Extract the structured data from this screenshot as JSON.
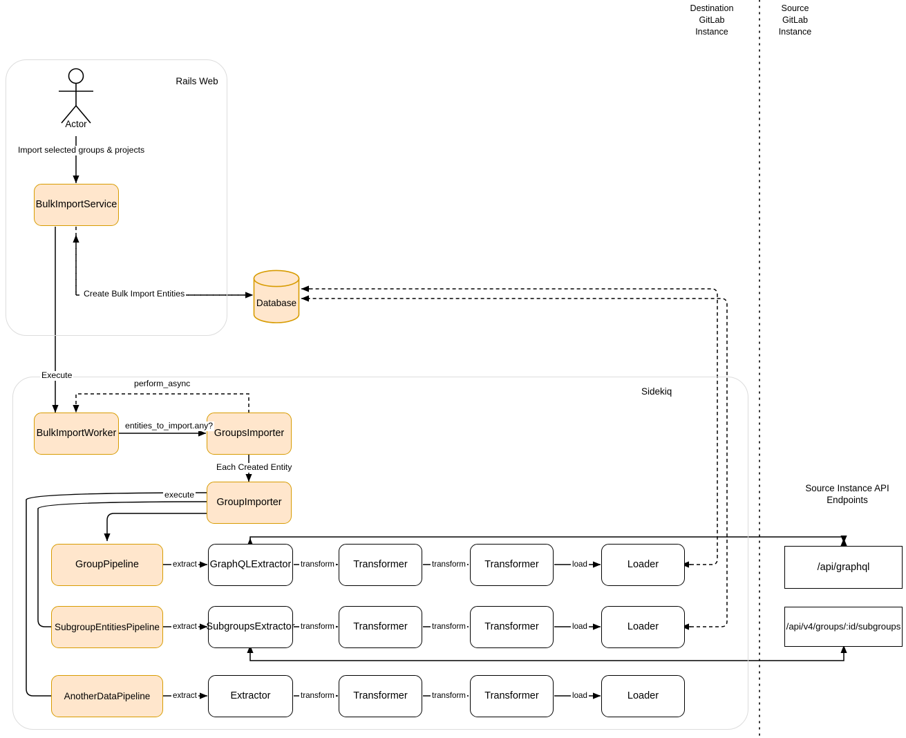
{
  "diagram": {
    "title": "GitLab Group Migration (Bulk Import) architecture",
    "colors": {
      "accent_fill": "#ffe6cc",
      "accent_stroke": "#d79b00",
      "node_stroke": "#000000",
      "container_stroke": "#dcdcdc",
      "background": "#ffffff"
    }
  },
  "top_labels": {
    "destination": "Destination\nGitLab\nInstance",
    "source": "Source\nGitLab\nInstance"
  },
  "containers": {
    "rails_web": "Rails\nWeb",
    "sidekiq": "Sidekiq"
  },
  "section_labels": {
    "source_api": "Source Instance API Endpoints"
  },
  "actor": {
    "name": "Actor",
    "icon": "stick-figure-icon"
  },
  "nodes": {
    "bulk_import_service": "BulkImportService",
    "database": "Database",
    "bulk_import_worker": "BulkImportWorker",
    "groups_importer": "GroupsImporter",
    "group_importer": "GroupImporter",
    "group_pipeline": "GroupPipeline",
    "subgroup_entities_pipeline": "SubgroupEntitiesPipeline",
    "another_data_pipeline": "AnotherDataPipeline",
    "graphql_extractor": "GraphQLExtractor",
    "subgroups_extractor": "SubgroupsExtractor",
    "extractor": "Extractor",
    "row1_transformer_a": "Transformer",
    "row1_transformer_b": "Transformer",
    "row1_loader": "Loader",
    "row2_transformer_a": "Transformer",
    "row2_transformer_b": "Transformer",
    "row2_loader": "Loader",
    "row3_transformer_a": "Transformer",
    "row3_transformer_b": "Transformer",
    "row3_loader": "Loader",
    "api_graphql": "/api/graphql",
    "api_subgroups": "/api/v4/groups/:id/subgroups"
  },
  "edge_labels": {
    "import_selected": "Import selected groups & projects",
    "create_entities": "Create Bulk Import Entities",
    "execute": "Execute",
    "perform_async": "perform_async",
    "entities_any": "entities_to_import.any?",
    "each_created_entity": "Each Created Entity",
    "execute_pipeline": "execute",
    "extract_1": "extract",
    "extract_2": "extract",
    "extract_3": "extract",
    "transform_1a": "transform",
    "transform_1b": "transform",
    "load_1": "load",
    "transform_2a": "transform",
    "transform_2b": "transform",
    "load_2": "load",
    "transform_3a": "transform",
    "transform_3b": "transform",
    "load_3": "load"
  }
}
